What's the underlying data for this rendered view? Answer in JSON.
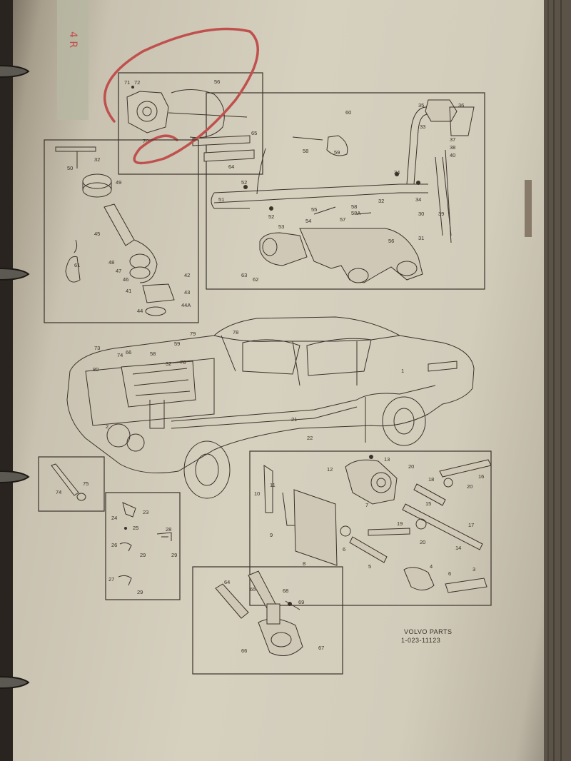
{
  "tab": {
    "text": "4 R",
    "color": "#b9b9a3"
  },
  "caption": {
    "line1": "VOLVO PARTS",
    "line2": "1-023-11123"
  },
  "colors": {
    "paper": "#d3cdbc",
    "ink": "#3b322a",
    "annotation": "#c0504d",
    "binder": "#2a2420"
  },
  "labels": {
    "b_ins": [
      "71",
      "72",
      "56",
      "70",
      "65",
      "64"
    ],
    "b_left": [
      "32",
      "50",
      "49",
      "45",
      "61",
      "48",
      "47",
      "46",
      "41",
      "42",
      "43",
      "44A",
      "44"
    ],
    "b_right": [
      "60",
      "35",
      "36",
      "33",
      "37",
      "38",
      "40",
      "58",
      "59",
      "52",
      "34",
      "34",
      "51",
      "52",
      "32",
      "55",
      "58",
      "58A",
      "57",
      "53",
      "54",
      "30",
      "39",
      "31",
      "56",
      "63",
      "62"
    ],
    "car": [
      "73",
      "74",
      "66",
      "59",
      "58",
      "79",
      "78",
      "80",
      "32",
      "76",
      "2",
      "21",
      "22",
      "1"
    ],
    "b_75": [
      "74",
      "75"
    ],
    "b_23": [
      "23",
      "24",
      "25",
      "28",
      "26",
      "29",
      "29",
      "27",
      "29"
    ],
    "b_main": [
      "13",
      "12",
      "11",
      "10",
      "20",
      "18",
      "16",
      "20",
      "9",
      "7",
      "15",
      "19",
      "20",
      "17",
      "6",
      "14",
      "8",
      "5",
      "4",
      "6",
      "3"
    ],
    "b_64": [
      "64",
      "65",
      "68",
      "69",
      "66",
      "67"
    ]
  }
}
